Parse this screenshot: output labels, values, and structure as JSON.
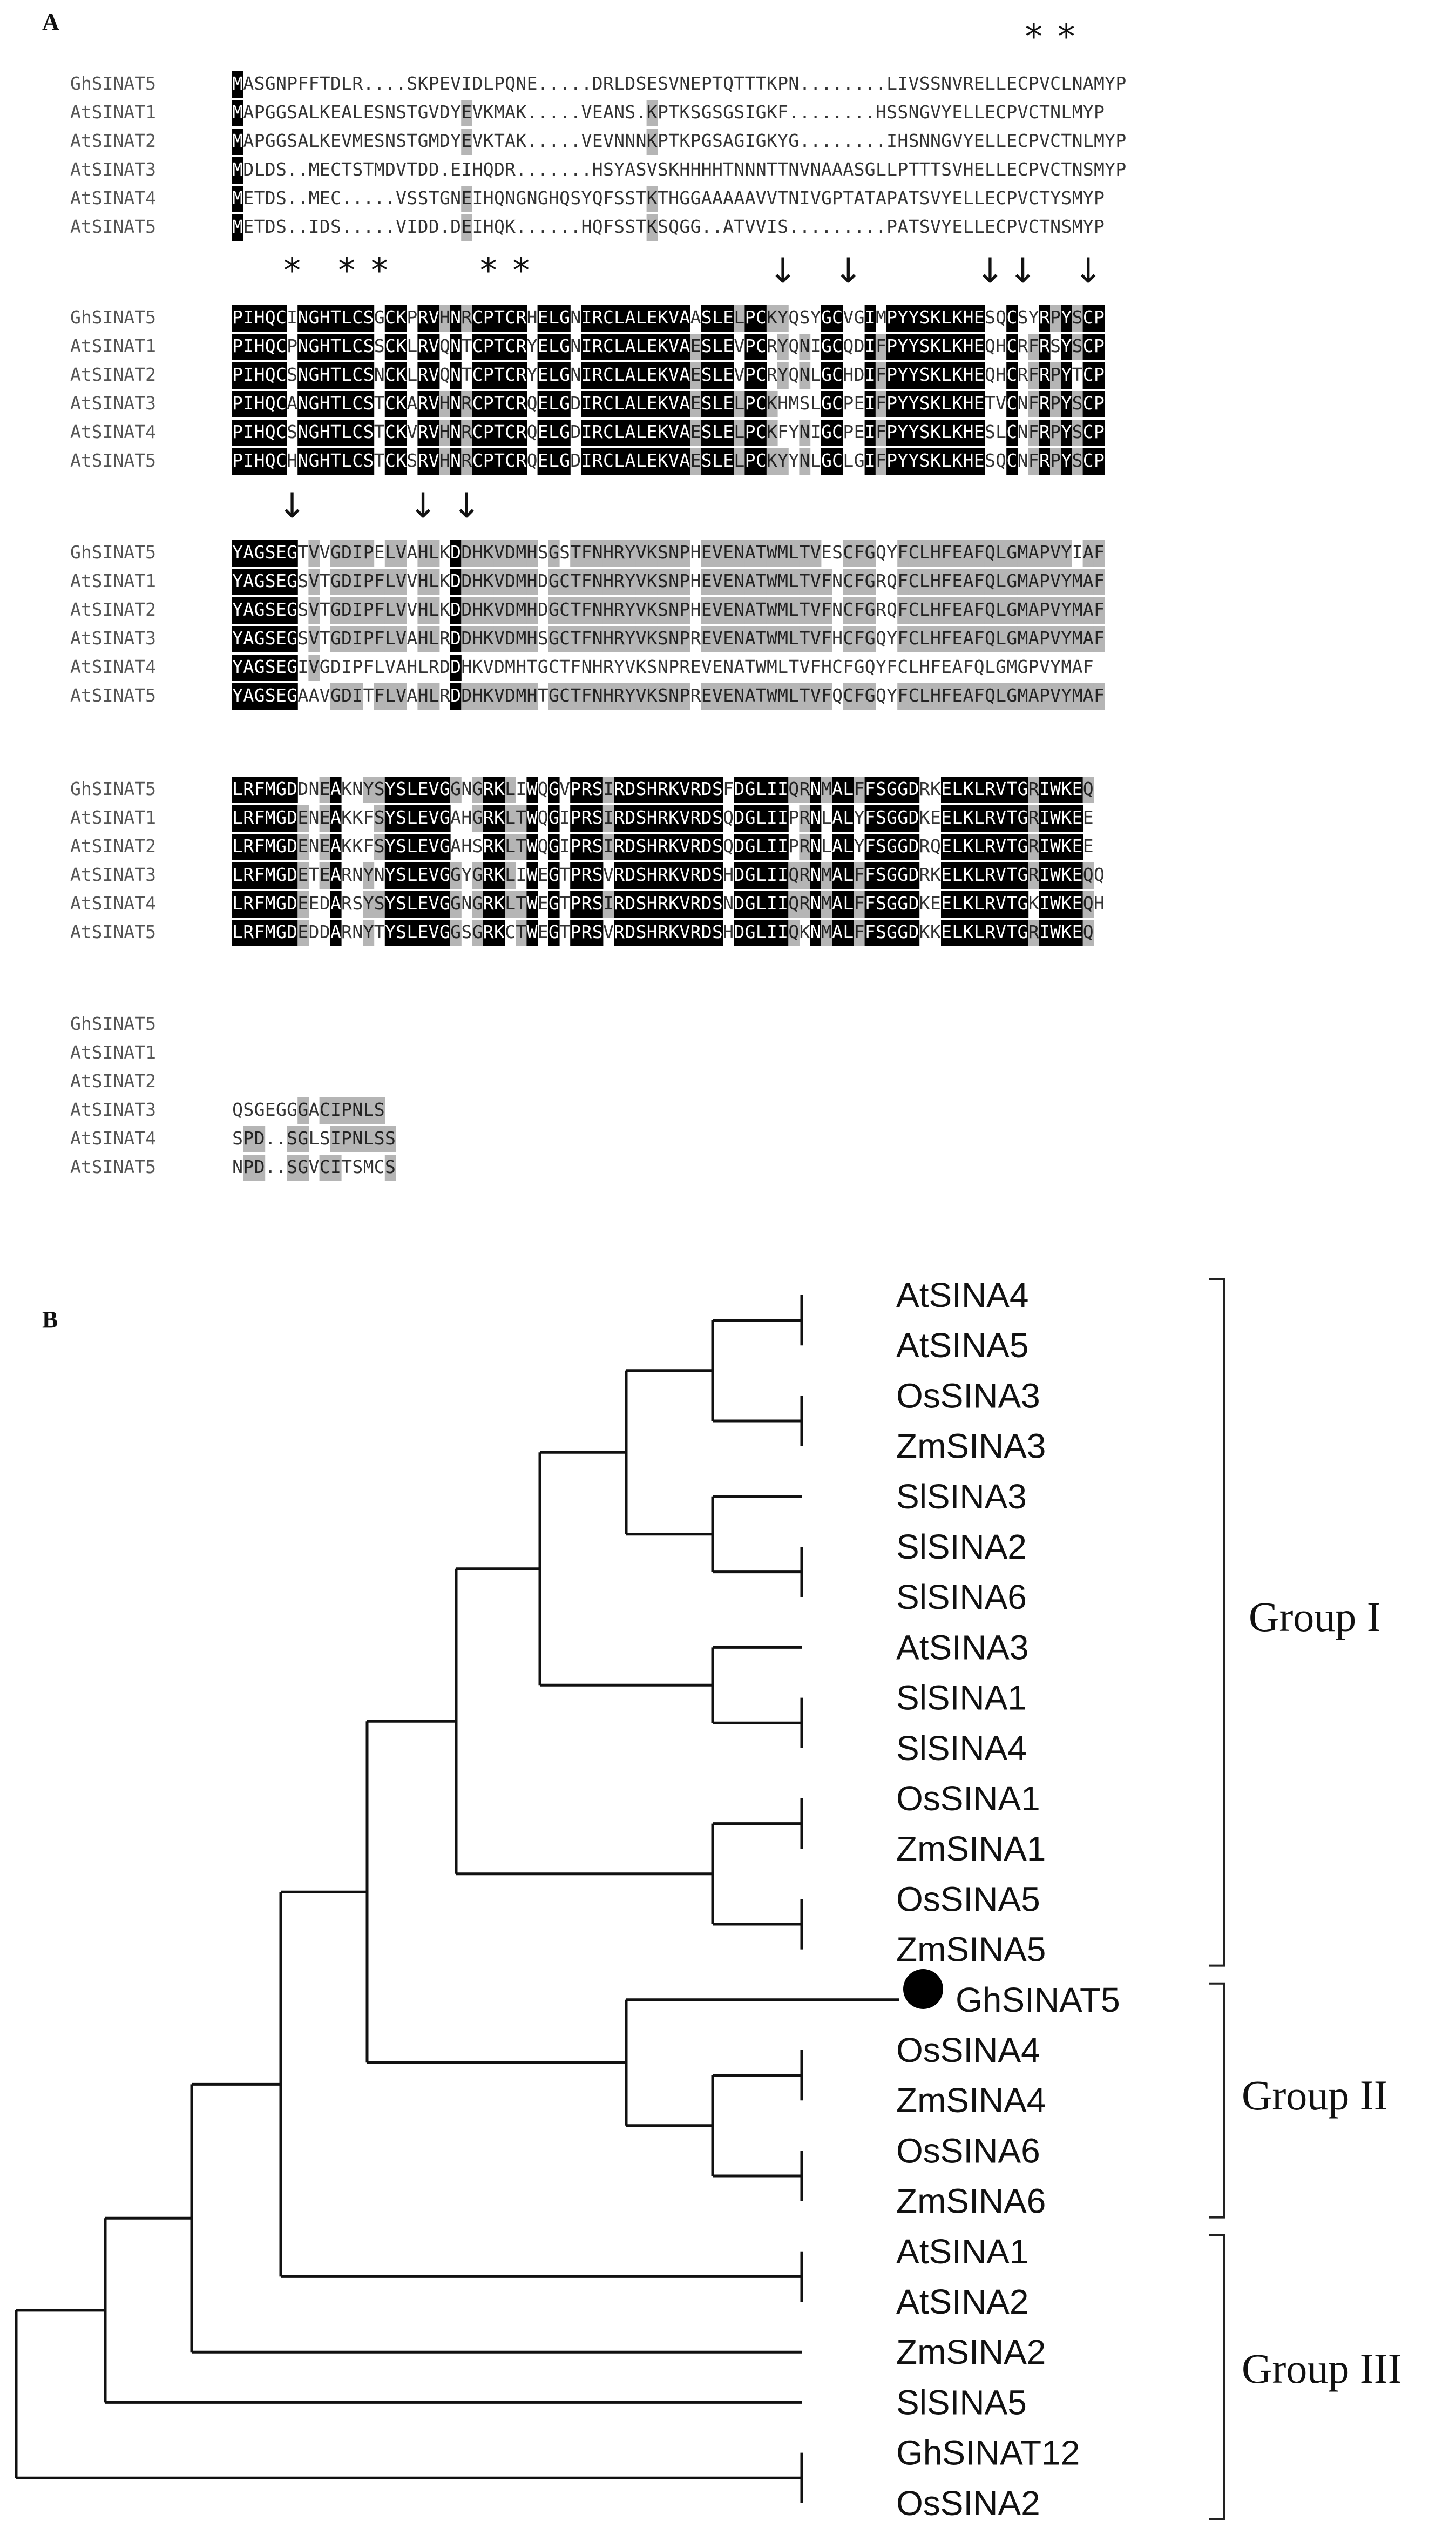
{
  "panels": {
    "a": "A",
    "b": "B"
  },
  "alignment": {
    "blocks": [
      {
        "names": [
          "GhSINAT5",
          "AtSINAT1",
          "AtSINAT2",
          "AtSINAT3",
          "AtSINAT4",
          "AtSINAT5"
        ],
        "seqs": [
          "MASGNPFFTDLR....SKPEVIDLPQNE.....DRLDSESVNEPTQTTTKPN........LIVSSNVRELLECPVCLNAMYP",
          "MAPGGSALKEALESNSTGVDYEVKMAK.....VEANS.KPTKSGSGSIGKF........HSSNGVYELLECPVCTNLMYP",
          "MAPGGSALKEVMESNSTGMDYEVKTAK.....VEVNNNKPTKPGSAGIGKYG........IHSNNGVYELLECPVCTNLMYP",
          "MDLDS..MECTSTMDVTDD.EIHQDR.......HSYASVSKHHHHTNNNTTNVNAAASGLLPTTTSVHELLECPVCTNSMYP",
          "METDS..MEC.....VSSTGNEIHQNGNGHQSYQFSSTKTHGGAAAAAVVTNIVGPTATAPATSVYELLECPVCTYSMYP",
          "METDS..IDS.....VIDD.DEIHQK......HQFSSTKSQGG..ATVVIS.........PATSVYELLECPVCTNSMYP"
        ],
        "markers": [
          {
            "symbol": "*",
            "col": 73
          },
          {
            "symbol": "*",
            "col": 76
          }
        ]
      },
      {
        "names": [
          "GhSINAT5",
          "AtSINAT1",
          "AtSINAT2",
          "AtSINAT3",
          "AtSINAT4",
          "AtSINAT5"
        ],
        "seqs": [
          "PIHQCINGHTLCSGCKPRVHNRCPTCRHELGNIRCLALEKVAASLELPCKYQSYGCVGIMPYYSKLKHESQCSYRPYSCP",
          "PIHQCPNGHTLCSSCKLRVQNTCPTCRYELGNIRCLALEKVAESLEVPCRYQNIGCQDIFPYYSKLKHEQHCRFRSYSCP",
          "PIHQCSNGHTLCSNCKLRVQNTCPTCRYELGNIRCLALEKVAESLEVPCRYQNLGCHDIFPYYSKLKHEQHCRFRPYTCP",
          "PIHQCANGHTLCSTCKARVHNRCPTCRQELGDIRCLALEKVAESLELPCKHMSLGCPEIFPYYSKLKHETVCNFRPYSCP",
          "PIHQCSNGHTLCSTCKVRVHNRCPTCRQELGDIRCLALEKVAESLELPCKFYNIGCPEIFPYYSKLKHESLCNFRPYSCP",
          "PIHQCHNGHTLCSTCKSRVHNRCPTCRQELGDIRCLALEKVAESLELPCKYYNLGCLGIFPYYSKLKHESQCNFRPYSCP"
        ],
        "markers": [
          {
            "symbol": "*",
            "col": 5
          },
          {
            "symbol": "*",
            "col": 10
          },
          {
            "symbol": "*",
            "col": 13
          },
          {
            "symbol": "*",
            "col": 23
          },
          {
            "symbol": "*",
            "col": 26
          },
          {
            "symbol": "↓",
            "col": 50
          },
          {
            "symbol": "↓",
            "col": 56
          },
          {
            "symbol": "↓",
            "col": 69
          },
          {
            "symbol": "↓",
            "col": 72
          },
          {
            "symbol": "↓",
            "col": 78
          }
        ]
      },
      {
        "names": [
          "GhSINAT5",
          "AtSINAT1",
          "AtSINAT2",
          "AtSINAT3",
          "AtSINAT4",
          "AtSINAT5"
        ],
        "seqs": [
          "YAGSEGTVVGDIPELVAHLKDDHKVDMHSGSTFNHRYVKSNPHEVENATWMLTVESCFGQYFCLHFEAFQLGMAPVYIAF",
          "YAGSEGSVTGDIPFLVVHLKDDHKVDMHDGCTFNHRYVKSNPHEVENATWMLTVFNCFGRQFCLHFEAFQLGMAPVYMAF",
          "YAGSEGSVTGDIPFLVVHLKDDHKVDMHDGCTFNHRYVKSNPHEVENATWMLTVFNCFGRQFCLHFEAFQLGMAPVYMAF",
          "YAGSEGSVTGDIPFLVAHLRDDHKVDMHSGCTFNHRYVKSNPREVENATWMLTVFHCFGQYFCLHFEAFQLGMAPVYMAF",
          "YAGSEGIVGDIPFLVAHLRDDHKVDMHTGCTFNHRYVKSNPREVENATWMLTVFHCFGQYFCLHFEAFQLGMGPVYMAF",
          "YAGSEGAAVGDITFLVAHLRDDHKVDMHTGCTFNHRYVKSNPREVENATWMLTVFQCFGQYFCLHFEAFQLGMAPVYMAF"
        ],
        "markers": [
          {
            "symbol": "↓",
            "col": 5
          },
          {
            "symbol": "↓",
            "col": 17
          },
          {
            "symbol": "↓",
            "col": 21
          }
        ]
      },
      {
        "names": [
          "GhSINAT5",
          "AtSINAT1",
          "AtSINAT2",
          "AtSINAT3",
          "AtSINAT4",
          "AtSINAT5"
        ],
        "seqs": [
          "LRFMGDDNEAKNYSYSLEVGGNGRKLIWQGVPRSIRDSHRKVRDSFDGLIIQRNMALFFSGGDRKELKLRVTGRIWKEQ",
          "LRFMGDENEAKKFSYSLEVGAHGRKLTWQGIPRSIRDSHRKVRDSQDGLIIPRNLALYFSGGDKEELKLRVTGRIWKEE",
          "LRFMGDENEAKKFSYSLEVGAHSRKLTWQGIPRSIRDSHRKVRDSQDGLIIPRNLALYFSGGDRQELKLRVTGRIWKEE",
          "LRFMGDETEARNYNYSLEVGGYGRKLIWEGTPRSVRDSHRKVRDSHDGLIIQRNMALFFSGGDRKELKLRVTGRIWKEQQ",
          "LRFMGDEEDARSYSYSLEVGGNGRKLTWEGTPRSIRDSHRKVRDSNDGLIIQRNMALFFSGGDKEELKLRVTGKIWKEQH",
          "LRFMGDEDDARNYTYSLEVGGSGRKCTWEGTPRSVRDSHRKVRDSHDGLIIQKNMALFFSGGDKKELKLRVTGRIWKEQ"
        ],
        "markers": []
      },
      {
        "names": [
          "GhSINAT5",
          "AtSINAT1",
          "AtSINAT2",
          "AtSINAT3",
          "AtSINAT4",
          "AtSINAT5"
        ],
        "seqs": [
          "",
          "",
          "",
          "QSGEGGGACIPNLS",
          "SPD..SGLSIPNLSS",
          "NPD..SGVCITSMCS"
        ],
        "markers": []
      }
    ]
  },
  "tree": {
    "leaves": [
      "AtSINA4",
      "AtSINA5",
      "OsSINA3",
      "ZmSINA3",
      "SlSINA3",
      "SlSINA2",
      "SlSINA6",
      "AtSINA3",
      "SlSINA1",
      "SlSINA4",
      "OsSINA1",
      "ZmSINA1",
      "OsSINA5",
      "ZmSINA5",
      "GhSINAT5",
      "OsSINA4",
      "ZmSINA4",
      "OsSINA6",
      "ZmSINA6",
      "AtSINA1",
      "AtSINA2",
      "ZmSINA2",
      "SlSINA5",
      "GhSINAT12",
      "OsSINA2"
    ],
    "highlighted_leaf": "GhSINAT5",
    "groups": [
      {
        "label": "Group I"
      },
      {
        "label": "Group II"
      },
      {
        "label": "Group III"
      }
    ]
  },
  "colors": {
    "conserved_bg": "#000000",
    "conserved_fg": "#ffffff",
    "similar_bg": "#b5b5b5",
    "similar_fg": "#222222",
    "plain_fg": "#333333"
  }
}
